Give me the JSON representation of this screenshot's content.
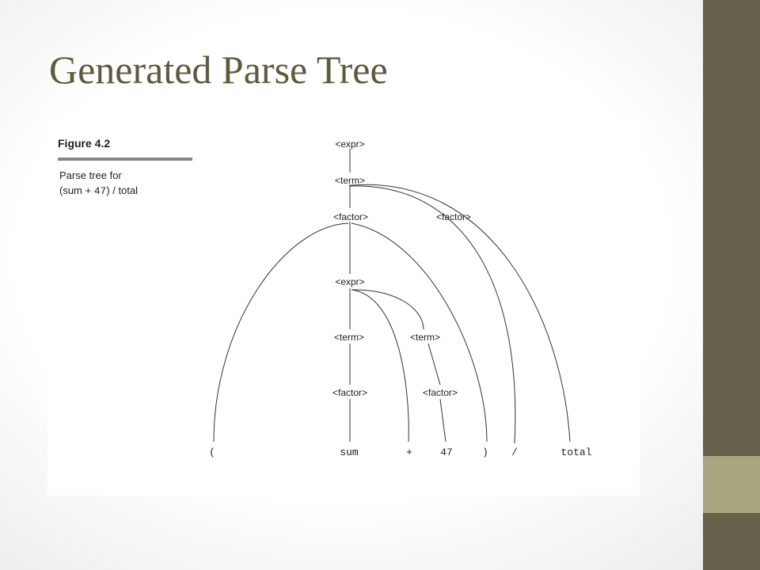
{
  "slide": {
    "title": "Generated Parse Tree",
    "colors": {
      "title": "#5e5a3c",
      "sidebar_dark": "#67604a",
      "sidebar_light": "#a9a57f"
    }
  },
  "figure": {
    "caption_title": "Figure 4.2",
    "caption_line1": "Parse tree for",
    "caption_expr_a": "(sum + ",
    "caption_expr_num": "47",
    "caption_expr_b": ") / total",
    "nodes": {
      "expr_root": "<expr>",
      "term_1": "<term>",
      "factor_1": "<factor>",
      "factor_2": "<factor>",
      "expr_inner": "<expr>",
      "term_2": "<term>",
      "term_3": "<term>",
      "factor_3": "<factor>",
      "factor_4": "<factor>"
    },
    "leaves": {
      "lparen": "(",
      "sum": "sum",
      "plus": "+",
      "num": "47",
      "rparen": ")",
      "slash": "/",
      "total": "total"
    }
  }
}
